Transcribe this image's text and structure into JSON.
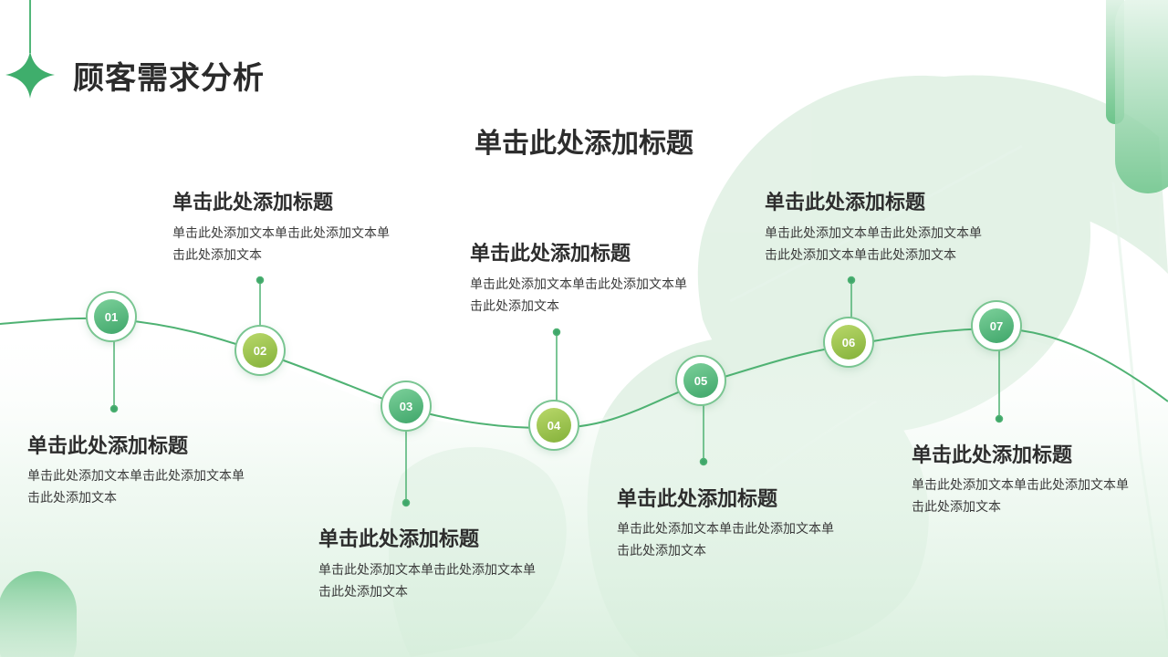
{
  "header": {
    "title": "顾客需求分析"
  },
  "diagram": {
    "main_title": "单击此处添加标题",
    "steps": [
      {
        "number": "01",
        "title": "单击此处添加标题",
        "desc": "单击此处添加文本单击此处添加文本单击此处添加文本"
      },
      {
        "number": "02",
        "title": "单击此处添加标题",
        "desc": "单击此处添加文本单击此处添加文本单击此处添加文本"
      },
      {
        "number": "03",
        "title": "单击此处添加标题",
        "desc": "单击此处添加文本单击此处添加文本单击此处添加文本"
      },
      {
        "number": "04",
        "title": "单击此处添加标题",
        "desc": "单击此处添加文本单击此处添加文本单击此处添加文本"
      },
      {
        "number": "05",
        "title": "单击此处添加标题",
        "desc": "单击此处添加文本单击此处添加文本单击此处添加文本"
      },
      {
        "number": "06",
        "title": "单击此处添加标题",
        "desc": "单击此处添加文本单击此处添加文本单击此处添加文本单击此处添加文本"
      },
      {
        "number": "07",
        "title": "单击此处添加标题",
        "desc": "单击此处添加文本单击此处添加文本单击此处添加文本"
      }
    ]
  },
  "colors": {
    "accent": "#3fa66a",
    "accent_light": "#79c591",
    "lime": "#9cc350",
    "text": "#2d2d2d"
  },
  "icons": {
    "logo": "four-point-star-icon",
    "background": "monstera-leaf"
  }
}
